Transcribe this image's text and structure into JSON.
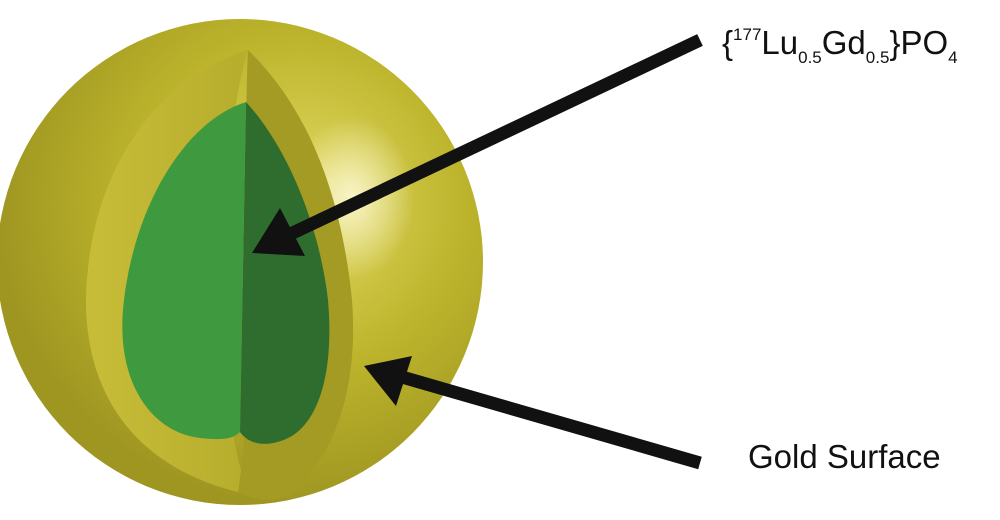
{
  "labels": {
    "core": {
      "open_brace": "{",
      "isotope_mass": "177",
      "element1": "Lu",
      "element1_fraction": "0.5",
      "element2": "Gd",
      "element2_fraction": "0.5",
      "close_brace_and_anion": "}PO",
      "anion_subscript": "4"
    },
    "shell": "Gold Surface"
  },
  "colors": {
    "gold_shell": "#b4ab25",
    "gold_shell_dark": "#9a9120",
    "gold_cut_face": "#c9bf3c",
    "core_light": "#3f9a3f",
    "core_dark": "#2f6d2f",
    "arrow": "#111111"
  }
}
